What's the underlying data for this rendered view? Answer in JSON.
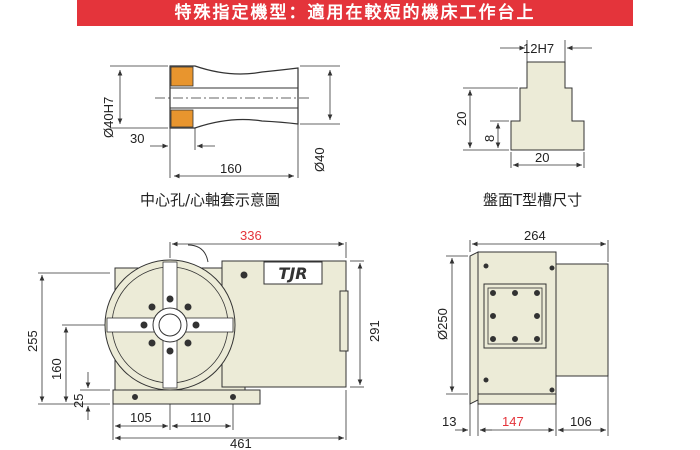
{
  "banner": {
    "text": "特殊指定機型：適用在較短的機床工作台上",
    "color": "#e4343b"
  },
  "captions": {
    "hole": "中心孔/心軸套示意圖",
    "slot": "盤面T型槽尺寸"
  },
  "logo": {
    "text": "TJR"
  },
  "dims": {
    "hole_bore": "Ø40H7",
    "hole_step": "30",
    "hole_length": "160",
    "hole_od": "Ø40",
    "slot_width_top": "12H7",
    "slot_depth": "20",
    "slot_neck": "8",
    "slot_width_bottom": "20",
    "front_width": "336",
    "front_height": "255",
    "center_height": "160",
    "base_height": "25",
    "motor_height": "291",
    "bolt_a": "105",
    "bolt_b": "110",
    "front_length": "461",
    "side_width": "264",
    "side_dia": "Ø250",
    "side_left": "13",
    "side_mid": "147",
    "side_right": "106"
  },
  "colors": {
    "body": "#ecebd7",
    "accent": "#e4343b",
    "line": "#333333",
    "insert": "#e8952e"
  }
}
